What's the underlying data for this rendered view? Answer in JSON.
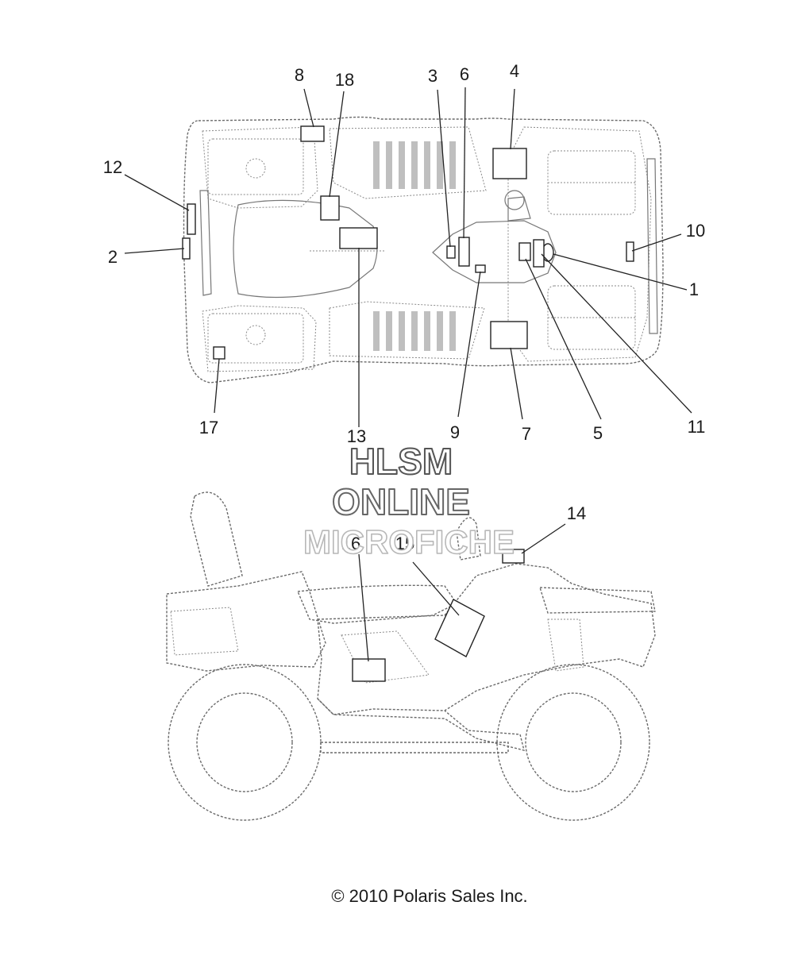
{
  "callouts": {
    "c1": "1",
    "c2": "2",
    "c3": "3",
    "c4": "4",
    "c5": "5",
    "c6": "6",
    "c7": "7",
    "c8": "8",
    "c9": "9",
    "c10": "10",
    "c11": "11",
    "c12": "12",
    "c13": "13",
    "c14": "14",
    "c15": "15",
    "c16": "16",
    "c17": "17",
    "c18": "18"
  },
  "watermark": {
    "line1": "HLSM",
    "line2": "ONLINE",
    "line3": "MICROFICHE"
  },
  "footer": {
    "copyright": "© 2010 Polaris Sales Inc."
  }
}
